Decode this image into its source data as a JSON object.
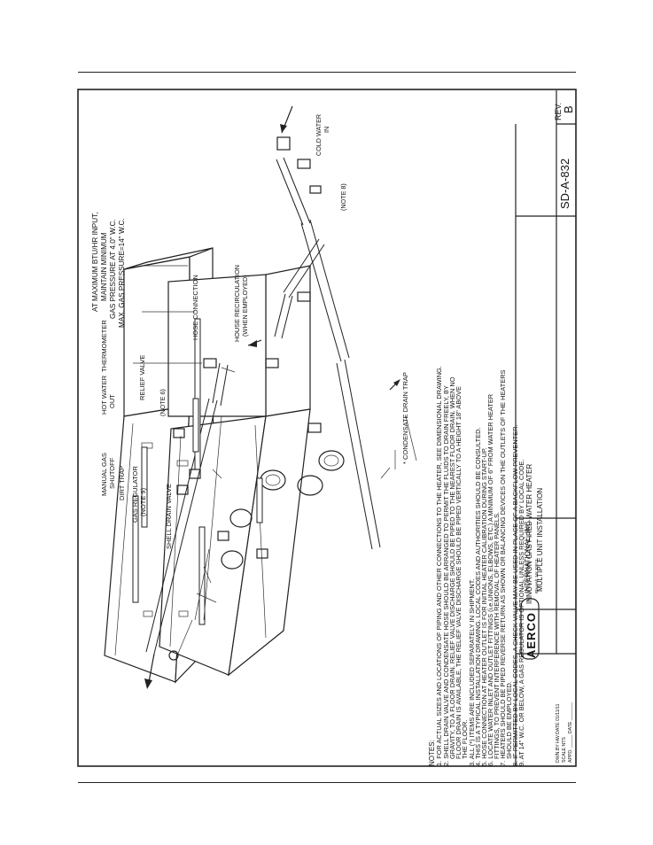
{
  "labels": {
    "gas_input_1": "AT MAXIMUM BTU/HR INPUT,",
    "gas_input_2": "MAINTAIN MINIMUM",
    "gas_input_3": "GAS PRESSURE AT 4.0\" W.C.",
    "gas_input_4": "MAX. GAS PRESSURE=14\" W.C.",
    "thermometer": "THERMOMETER",
    "hot_water_out_1": "HOT WATER",
    "hot_water_out_2": "OUT",
    "manual_gas_1": "MANUAL GAS",
    "manual_gas_2": "SHUTOFF",
    "dirt_trap": "DIRT TRAP",
    "gas_regulator_1": "GAS REGULATOR",
    "gas_regulator_2": "(NOTE 9)",
    "shell_drain_valve": "SHELL DRAIN VALVE",
    "condensate_drain_trap": "* CONDENSATE DRAIN TRAP",
    "relief_valve": "RELIEF VALVE",
    "note6": "(NOTE 6)",
    "hose_connection": "HOSE CONNECTION",
    "house_recirc_1": "HOUSE RECIRCULATION",
    "house_recirc_2": "(WHEN EMPLOYED)",
    "note8": "(NOTE 8)",
    "cold_water_1": "COLD WATER",
    "cold_water_2": "IN"
  },
  "notes": {
    "heading": "NOTES:",
    "lines": [
      "1. FOR ACTUAL SIZES AND LOCATIONS OF PIPING AND OTHER CONNECTIONS TO THE HEATER, SEE DIMENSIONAL DRAWING.",
      "2. SHELL DRAIN VALVE AND CONDENSATE HOSE SHOULD BE ARRANGED TO PERMIT THE FLUIDS TO DRAIN FREELY, BY",
      "GRAVITY, TO A FLOOR DRAIN. RELIEF VALVE DISCHARGE SHOULD BE PIPED TO THE NEAREST FLOOR DRAIN. WHEN NO",
      "FLOOR DRAIN IS AVAILABLE, THE RELIEF VALVE DISCHARGE SHOULD BE PIPED VERTICALLY TO A HEIGHT 18\" ABOVE",
      "THE FLOOR.",
      "3. ALL (*) ITEMS ARE INCLUDED SEPARATELY IN SHIPMENT.",
      "4. THIS IS A TYPICAL INSTALLATION DRAWING. LOCAL CODES AND AUTHORITIES SHOULD BE CONSULTED.",
      "5. HOSE CONNECTION AT HEATER OUTLET IS FOR INITIAL HEATER CALIBRATION DURING START-UP.",
      "6. LOCATE WATER INLET AND OUTLET FITTINGS (i.e.UNIONS, ELBOWS, ETC.) A MINIMUM OF 6\" FROM WATER HEATER",
      "FITTINGS, TO PREVENT INTERFERENCE WITH REMOVAL OF HEATER PANELS.",
      "7. HEATERS SHOULD BE PIPED REVERSE RETURN AS SHOWN OR BALANCING DEVICES ON THE OUTLETS OF THE HEATERS",
      "SHOULD BE EMPLOYED.",
      "8. IF PERMITTED BY LOCAL CODES, A CHECK VALVE MAY BE USED IN PLACE OF A BACKFLOW PREVENTER.",
      "9. AT 14\" W.C. OR BELOW, A GAS REGULATOR IS OPTIONAL UNLESS REQUIRED BY LOCAL CODE."
    ]
  },
  "title_block": {
    "logo": "AERCO",
    "company": "INTERNATIONAL, INC.",
    "address": "Blauvelt, NY 10913",
    "title_1": "INNOVATION GAS FIRED WATER HEATER",
    "title_2": "MULTIPLE UNIT INSTALLATION",
    "drawn_by": "DWN.BY  HW   DATE 01/11/11",
    "scale": "SCALE   NTS",
    "approved": "APPD. _____ DATE _______",
    "drawing_no": "SD-A-832",
    "rev_label": "REV.",
    "rev": "B"
  }
}
